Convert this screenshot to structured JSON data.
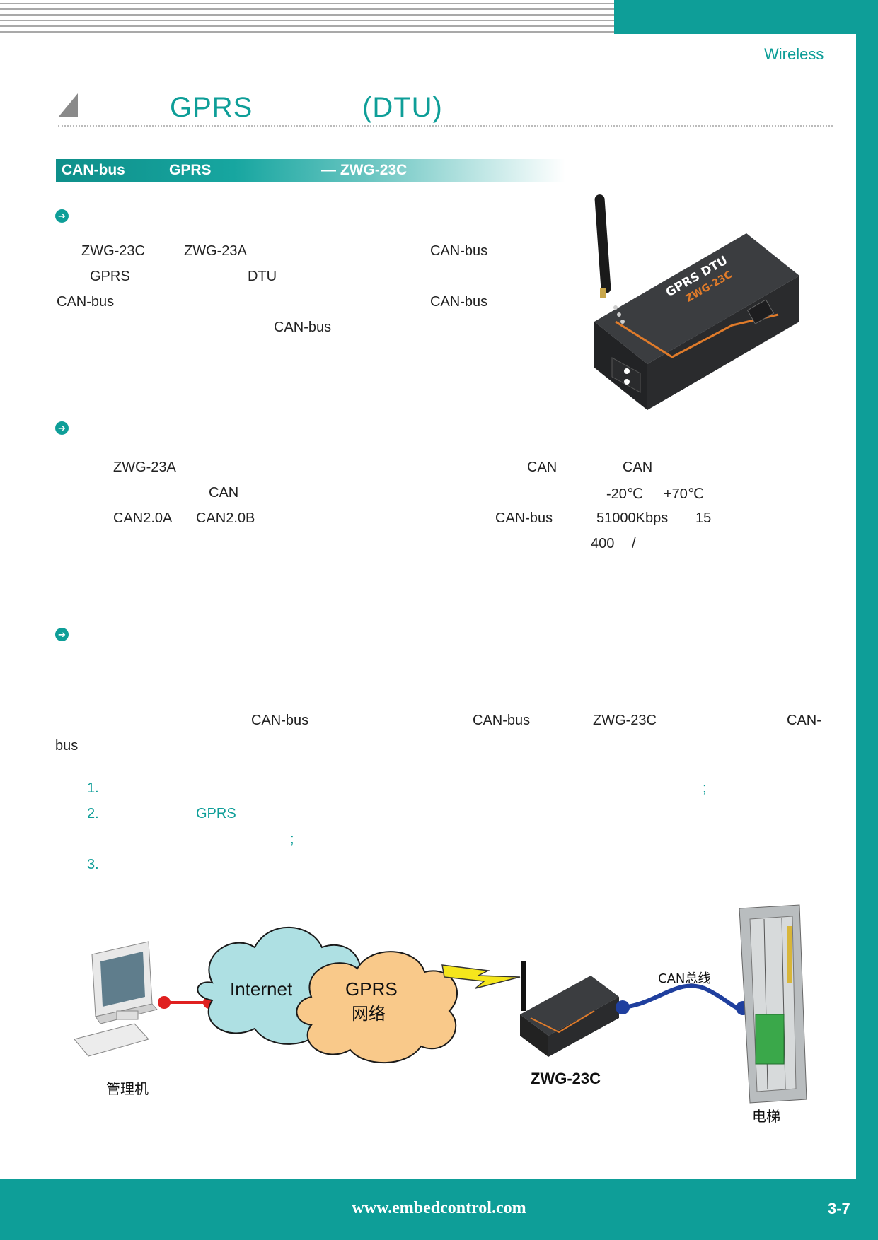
{
  "header": {
    "section": "Wireless"
  },
  "title": {
    "part_a": "GPRS",
    "part_b": "(DTU)"
  },
  "band": {
    "a": "CAN-bus",
    "b": "GPRS",
    "c": "— ZWG-23C"
  },
  "intro": {
    "l1": [
      "ZWG-23C",
      "ZWG-23A",
      "CAN-bus"
    ],
    "l2": [
      "GPRS",
      "DTU"
    ],
    "l3": [
      "CAN-bus",
      "CAN-bus"
    ],
    "l4": [
      "CAN-bus"
    ]
  },
  "features": {
    "l1": [
      "ZWG-23A",
      "CAN",
      "CAN"
    ],
    "l2": [
      "CAN",
      "-20℃",
      "+70℃"
    ],
    "l3": [
      "CAN2.0A",
      "CAN2.0B",
      "CAN-bus",
      "51000Kbps",
      "15"
    ],
    "l4": [
      "400",
      "/"
    ]
  },
  "application": {
    "l1": [
      "CAN-bus",
      "CAN-bus",
      "ZWG-23C",
      "CAN-"
    ],
    "l1b": "bus",
    "list": [
      {
        "num": "1.",
        "tail": ";"
      },
      {
        "num": "2.",
        "word": "GPRS",
        "tail": ";"
      },
      {
        "num": "3."
      }
    ]
  },
  "diagram": {
    "internet": "Internet",
    "gprs": "GPRS",
    "gprs_cn": "网络",
    "can_label": "CAN总线",
    "device": "ZWG-23C",
    "pc": "管理机",
    "elevator": "电梯"
  },
  "device_photo": {
    "label_line1": "GPRS DTU",
    "label_line2": "ZWG-23C"
  },
  "footer": {
    "url": "www.embedcontrol.com",
    "page": "3-7"
  },
  "colors": {
    "teal": "#0e9e98",
    "cloud_blue": "#aee0e3",
    "cloud_orange": "#f9c98a",
    "cable": "#1f3f9e",
    "red_link": "#e02020"
  }
}
